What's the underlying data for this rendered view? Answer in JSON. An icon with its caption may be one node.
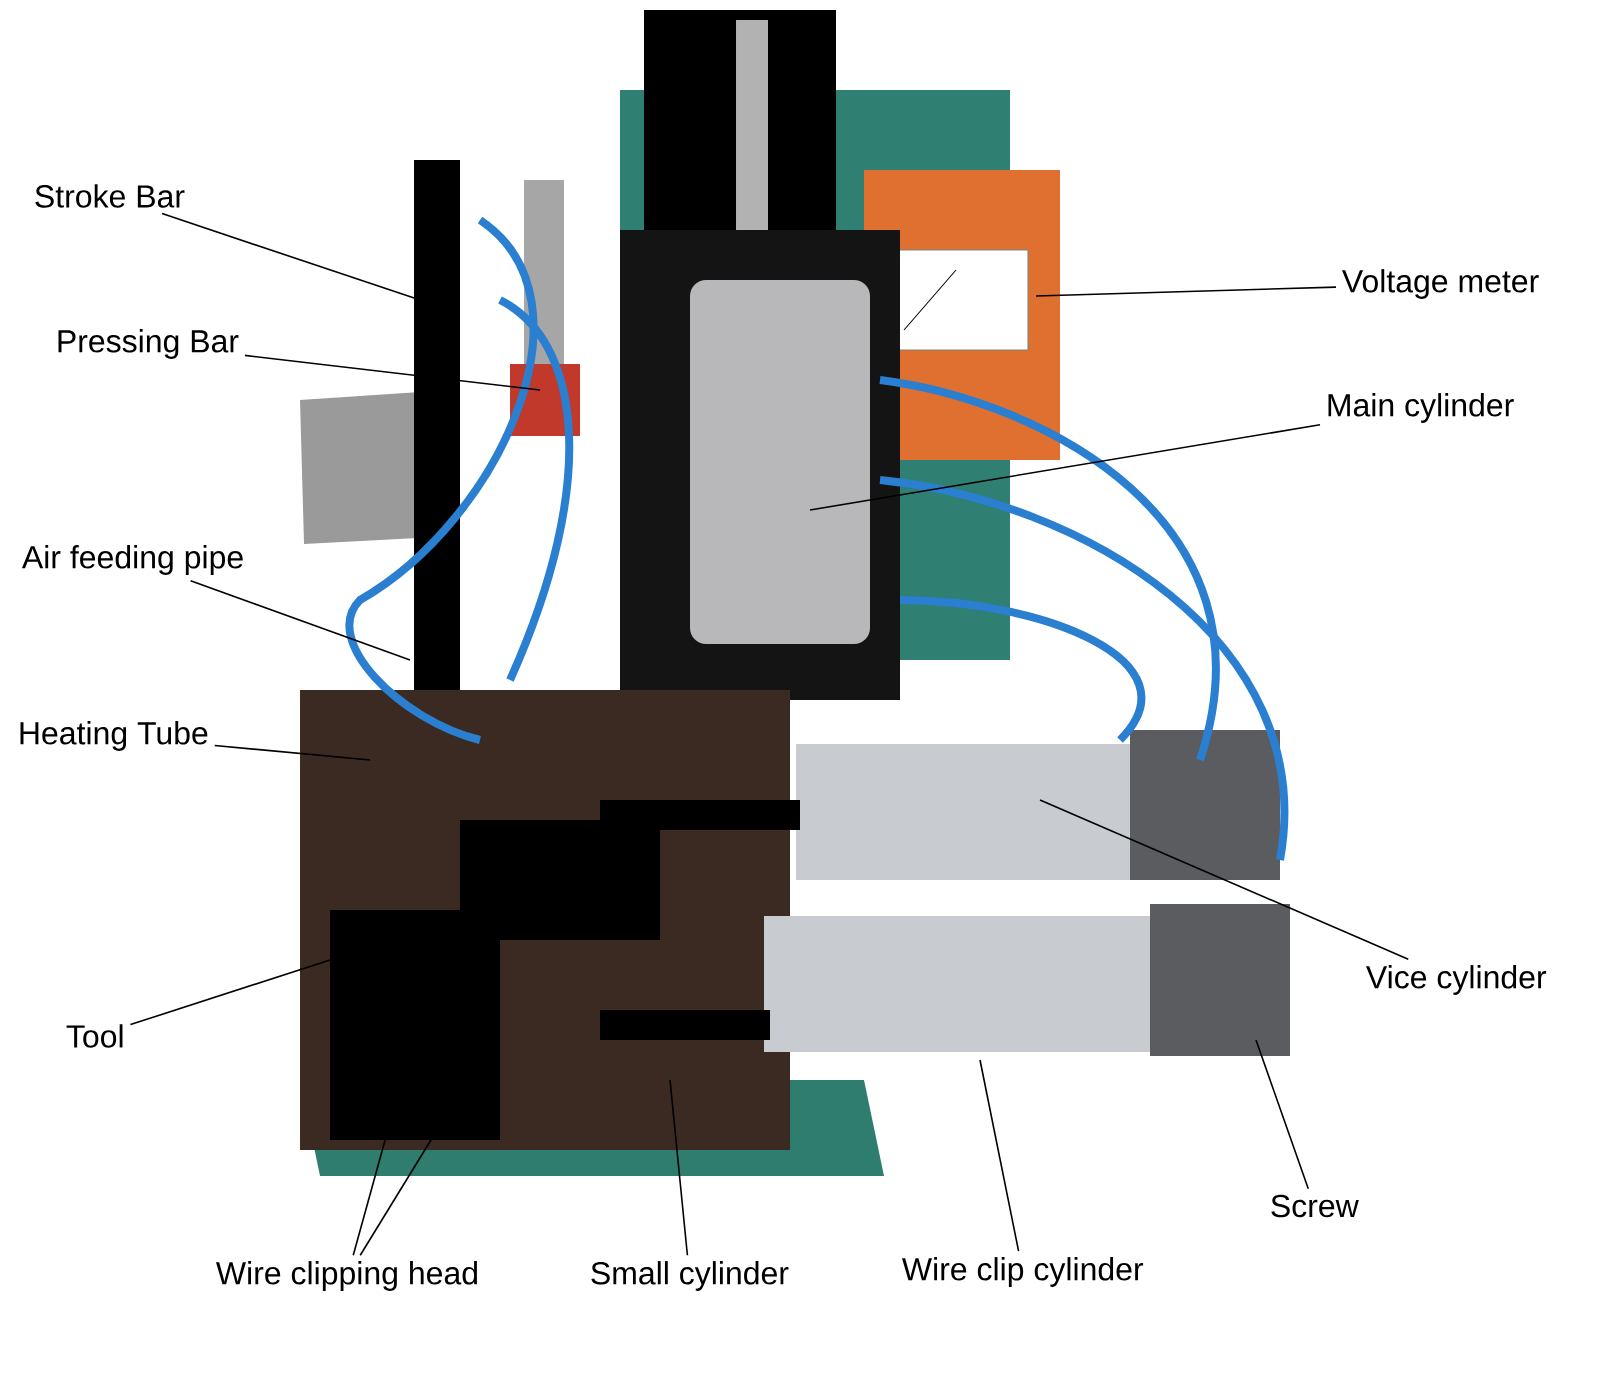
{
  "diagram": {
    "nodes": [
      {
        "text": [
          "Stroke Bar"
        ]
      },
      {
        "text": [
          "Voltage meter"
        ]
      },
      {
        "text": [
          "Pressing Bar"
        ]
      },
      {
        "text": [
          "Main cylinder"
        ]
      },
      {
        "text": [
          "Air feeding pipe"
        ]
      },
      {
        "text": [
          "Heating Tube"
        ]
      },
      {
        "text": [
          "Vice cylinder"
        ]
      },
      {
        "text": [
          "Tool"
        ]
      },
      {
        "text": [
          "Screw"
        ]
      },
      {
        "text": [
          "Wire clipping head"
        ]
      },
      {
        "text": [
          "Small cylinder"
        ]
      },
      {
        "text": [
          "Wire clip cylinder"
        ]
      }
    ],
    "edges": [
      {
        "from": 0,
        "to": null,
        "arrow": "none"
      },
      {
        "from": 1,
        "to": null,
        "arrow": "none"
      },
      {
        "from": 2,
        "to": null,
        "arrow": "none"
      },
      {
        "from": 3,
        "to": null,
        "arrow": "none"
      },
      {
        "from": 4,
        "to": null,
        "arrow": "none"
      },
      {
        "from": 5,
        "to": null,
        "arrow": "none"
      },
      {
        "from": 6,
        "to": null,
        "arrow": "none"
      },
      {
        "from": 7,
        "to": null,
        "arrow": "none"
      },
      {
        "from": 8,
        "to": null,
        "arrow": "none"
      },
      {
        "from": 9,
        "to": null,
        "arrow": "none"
      },
      {
        "from": 9,
        "to": null,
        "arrow": "none"
      },
      {
        "from": 10,
        "to": null,
        "arrow": "none"
      },
      {
        "from": 11,
        "to": null,
        "arrow": "none"
      }
    ]
  }
}
